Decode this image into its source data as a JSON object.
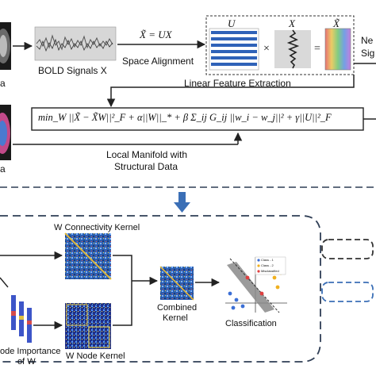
{
  "top": {
    "bold_signals_label": "BOLD Signals X",
    "space_alignment_eq": "X̃ = UX",
    "space_alignment_label": "Space Alignment",
    "linear_feature_label": "Linear Feature Extraction",
    "matrix_u_label": "U",
    "matrix_x_label": "X",
    "matrix_xtilde_label": "X̃",
    "times_symbol": "×",
    "equals_symbol": "=",
    "left_clip_1": "a",
    "left_clip_2": "a",
    "right_clip_1": "Ne",
    "right_clip_2": "Sig",
    "objective": "min_W ||X̃ − X̃W||²_F + α||W||_* + β Σ_ij G_ij ||w_i − w_j||² + γ||U||²_F",
    "manifold_label_line1": "Local Manifold with",
    "manifold_label_line2": "Structural Data"
  },
  "bottom": {
    "connectivity_kernel_label": "W Connectivity Kernel",
    "node_kernel_label": "W Node Kernel",
    "node_importance_line1": "ode Importance",
    "node_importance_line2": "of W",
    "combined_kernel_line1": "Combined",
    "combined_kernel_line2": "Kernel",
    "classification_label": "Classification",
    "legend_class1": "Class - 1",
    "legend_class2": "Class - 2",
    "legend_misclassified": "Misclassified"
  },
  "colors": {
    "arrow_blue": "#3b6fb6",
    "dashed_border": "#2f3e55",
    "accent": "#1e5aa8"
  }
}
